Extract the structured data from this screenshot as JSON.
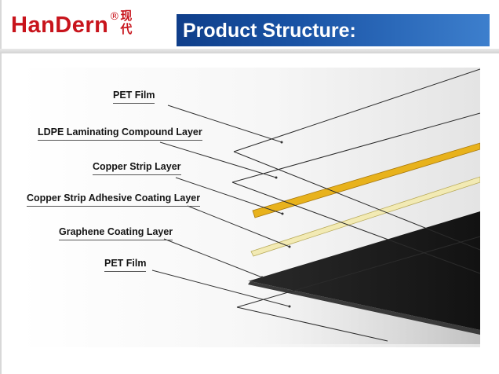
{
  "header": {
    "logo_text": "HanDern",
    "logo_registered": "®",
    "logo_chinese_top": "现",
    "logo_chinese_bottom": "代",
    "title": "Product Structure:"
  },
  "diagram": {
    "layers": [
      {
        "label": "PET Film"
      },
      {
        "label": "LDPE Laminating Compound  Layer"
      },
      {
        "label": "Copper Strip Layer"
      },
      {
        "label": "Copper Strip Adhesive Coating Layer"
      },
      {
        "label": "Graphene Coating Layer"
      },
      {
        "label": "PET Film"
      }
    ]
  },
  "colors": {
    "brand_red": "#c8141c",
    "title_blue": "#1a54a6",
    "graphene_black": "#1b1b1b",
    "copper_gold": "#e8b21c",
    "adhesive_cream": "#f2eab4"
  }
}
